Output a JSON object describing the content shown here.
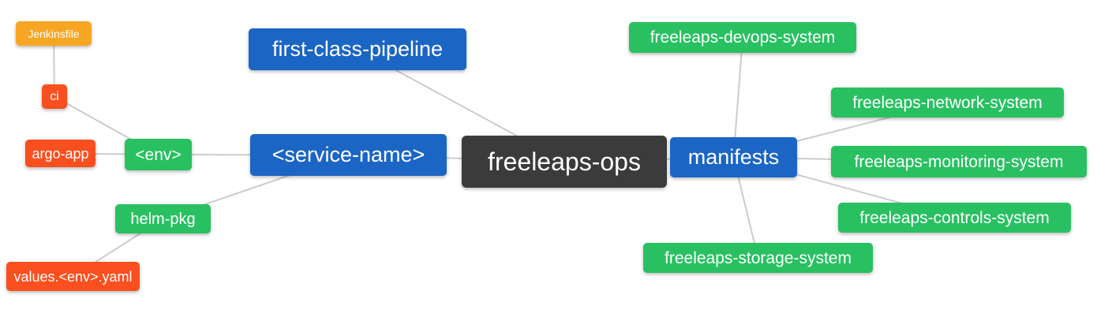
{
  "diagram": {
    "nodes": [
      {
        "id": "freeleaps-ops",
        "label": "freeleaps-ops",
        "color": "dark"
      },
      {
        "id": "first-class-pipeline",
        "label": "first-class-pipeline",
        "color": "blue"
      },
      {
        "id": "service-name",
        "label": "<service-name>",
        "color": "blue"
      },
      {
        "id": "manifests",
        "label": "manifests",
        "color": "blue"
      },
      {
        "id": "env",
        "label": "<env>",
        "color": "green"
      },
      {
        "id": "helm-pkg",
        "label": "helm-pkg",
        "color": "green"
      },
      {
        "id": "ci",
        "label": "ci",
        "color": "red"
      },
      {
        "id": "argo-app",
        "label": "argo-app",
        "color": "red"
      },
      {
        "id": "values-env-yaml",
        "label": "values.<env>.yaml",
        "color": "red"
      },
      {
        "id": "jenkinsfile",
        "label": "Jenkinsfile",
        "color": "orange"
      },
      {
        "id": "devops-system",
        "label": "freeleaps-devops-system",
        "color": "green"
      },
      {
        "id": "network-system",
        "label": "freeleaps-network-system",
        "color": "green"
      },
      {
        "id": "monitoring-system",
        "label": "freeleaps-monitoring-system",
        "color": "green"
      },
      {
        "id": "controls-system",
        "label": "freeleaps-controls-system",
        "color": "green"
      },
      {
        "id": "storage-system",
        "label": "freeleaps-storage-system",
        "color": "green"
      }
    ],
    "edges": [
      [
        "jenkinsfile",
        "ci"
      ],
      [
        "ci",
        "env"
      ],
      [
        "argo-app",
        "env"
      ],
      [
        "env",
        "service-name"
      ],
      [
        "helm-pkg",
        "service-name"
      ],
      [
        "values-env-yaml",
        "helm-pkg"
      ],
      [
        "first-class-pipeline",
        "freeleaps-ops"
      ],
      [
        "service-name",
        "freeleaps-ops"
      ],
      [
        "freeleaps-ops",
        "manifests"
      ],
      [
        "manifests",
        "devops-system"
      ],
      [
        "manifests",
        "network-system"
      ],
      [
        "manifests",
        "monitoring-system"
      ],
      [
        "manifests",
        "controls-system"
      ],
      [
        "manifests",
        "storage-system"
      ]
    ]
  },
  "colors": {
    "blue": "#1b65c4",
    "green": "#29c062",
    "red": "#fa4f1e",
    "orange": "#f7a623",
    "dark": "#3b3b3b",
    "edge": "#cccccc",
    "text": "#ffffff",
    "background": "#ffffff"
  }
}
